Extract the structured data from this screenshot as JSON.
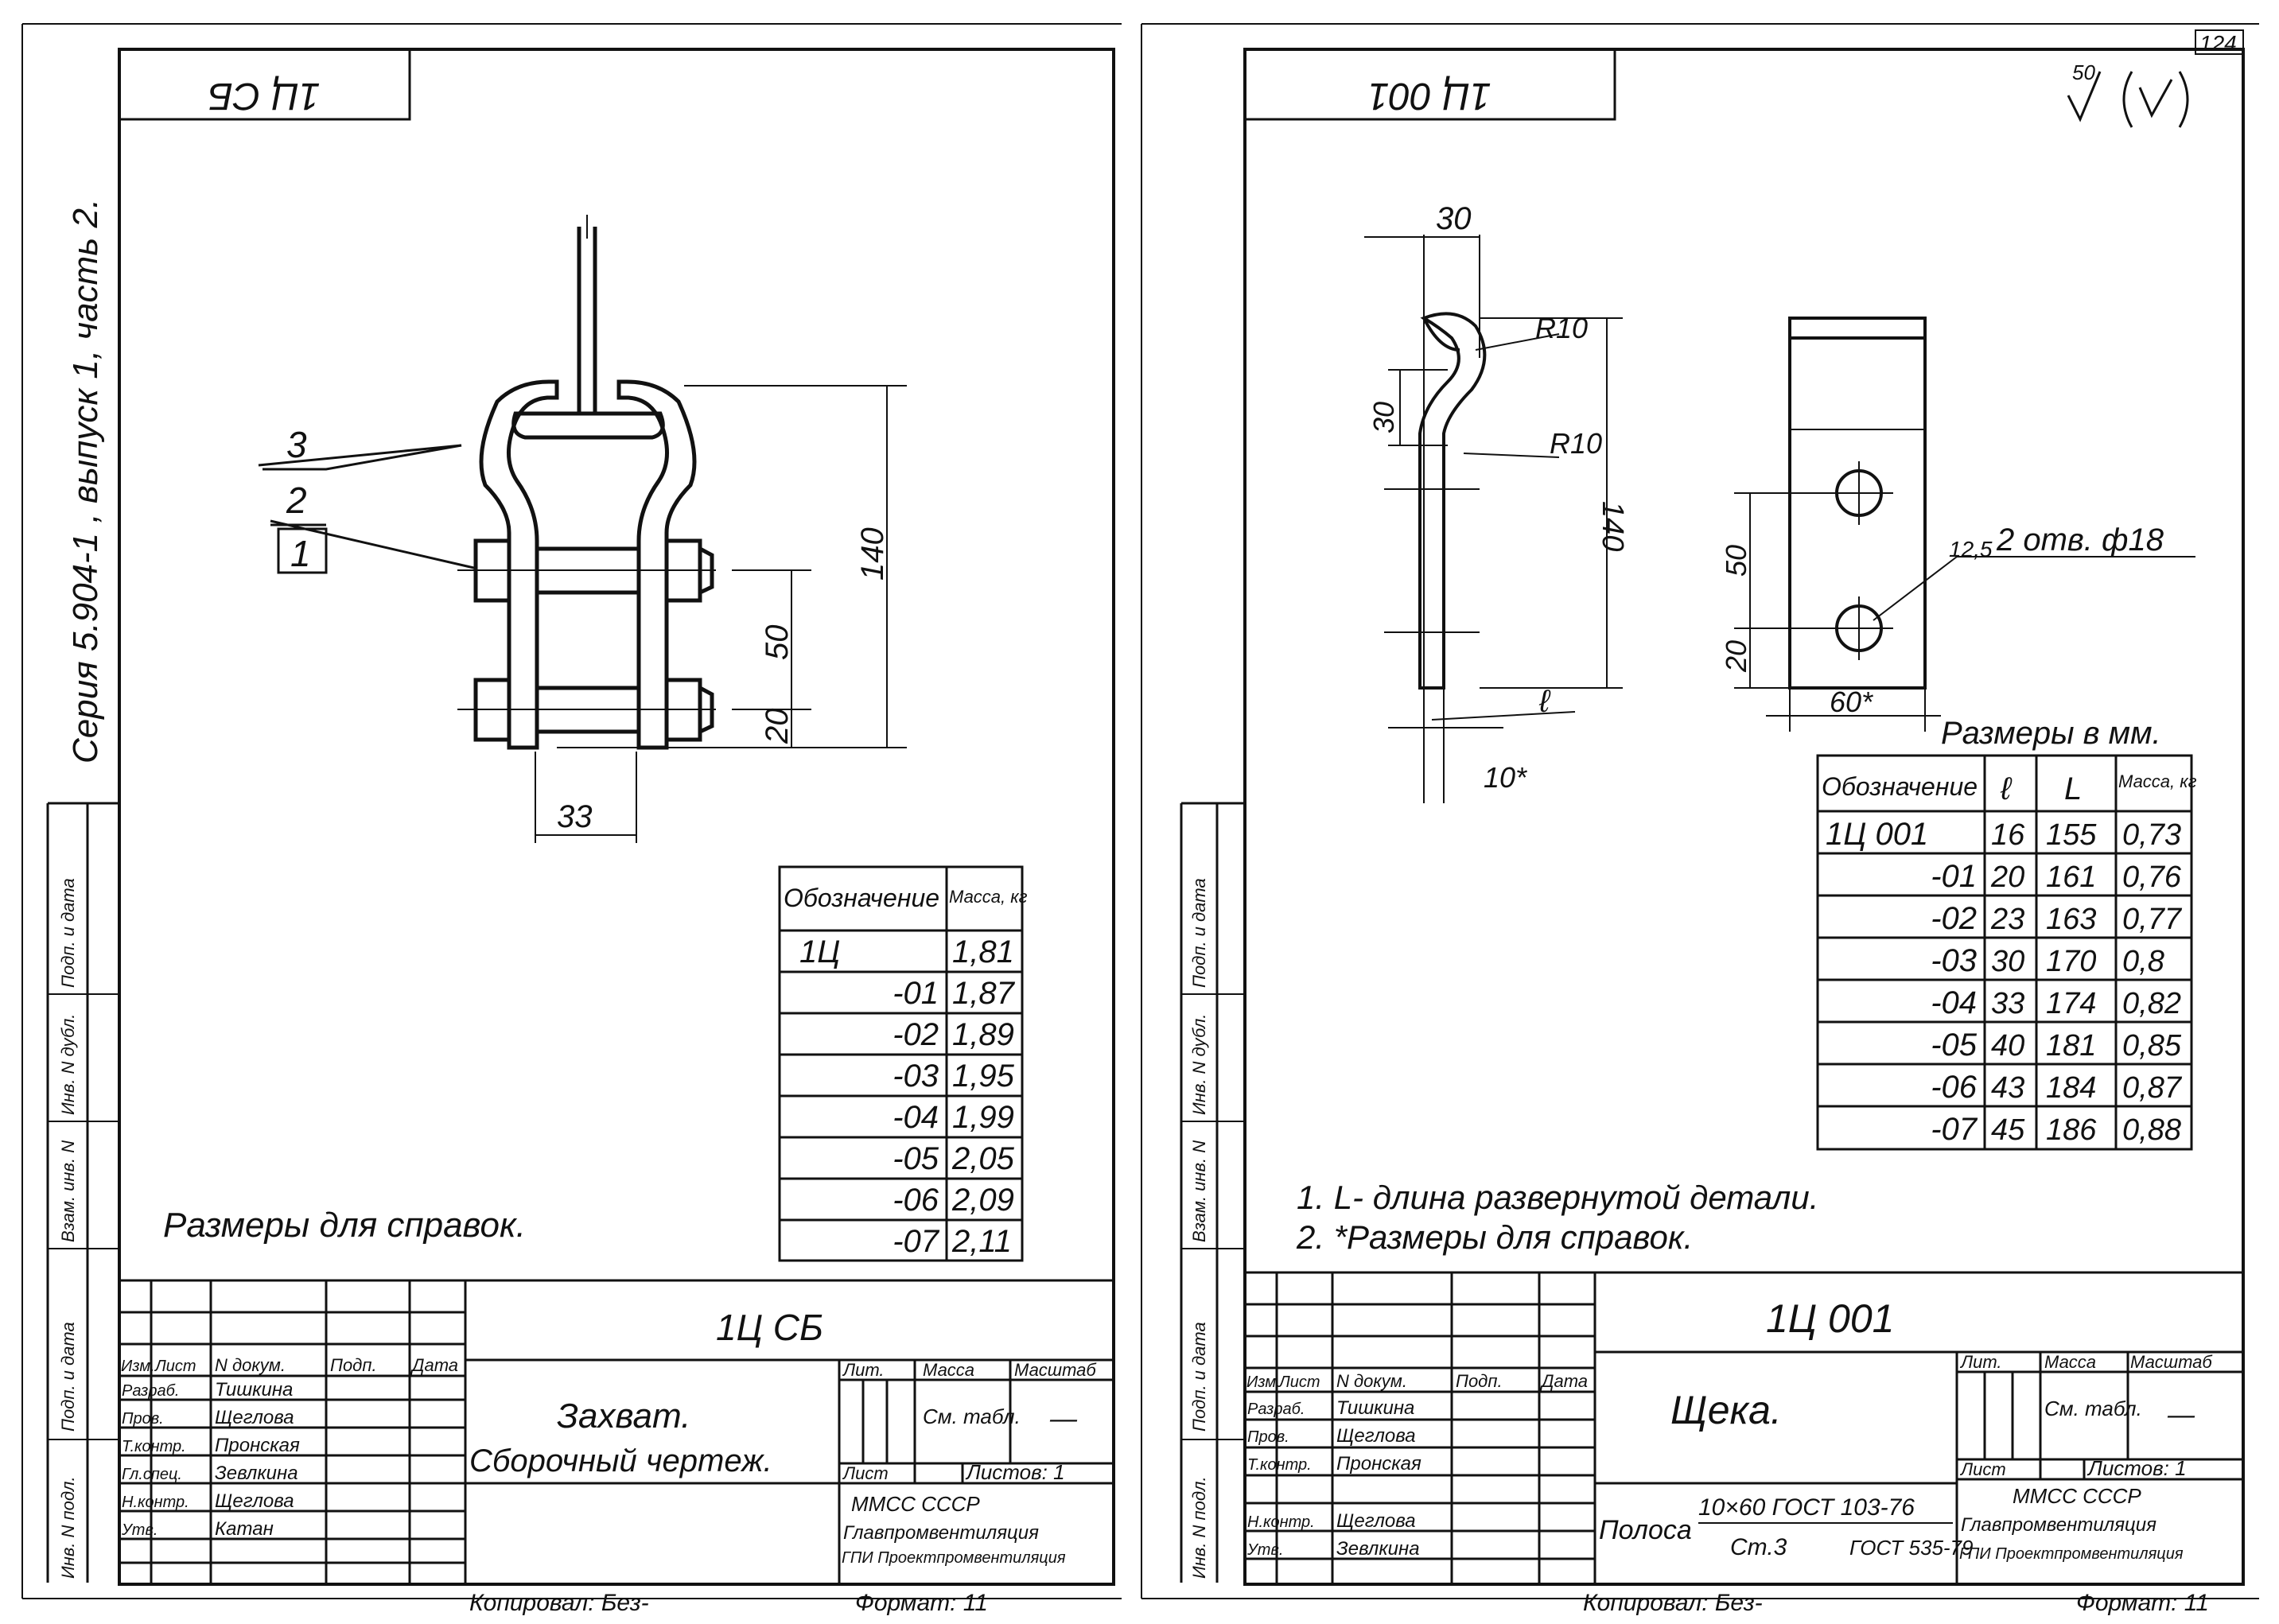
{
  "left_sheet": {
    "header_code": "1Ц СБ",
    "series_vertical": "Серия 5.904-1 , выпуск 1, часть 2.",
    "callouts": [
      "3",
      "2",
      "1"
    ],
    "dims": {
      "d140": "140",
      "d50": "50",
      "d20": "20",
      "d33": "33"
    },
    "mass_table": {
      "header_designation": "Обозначение",
      "header_mass": "Масса, кг",
      "rows": [
        {
          "designation": "1Ц",
          "mass": "1,81"
        },
        {
          "designation": "-01",
          "mass": "1,87"
        },
        {
          "designation": "-02",
          "mass": "1,89"
        },
        {
          "designation": "-03",
          "mass": "1,95"
        },
        {
          "designation": "-04",
          "mass": "1,99"
        },
        {
          "designation": "-05",
          "mass": "2,05"
        },
        {
          "designation": "-06",
          "mass": "2,09"
        },
        {
          "designation": "-07",
          "mass": "2,11"
        }
      ]
    },
    "note": "Размеры для справок.",
    "side_labels": [
      "Инв. N подл.",
      "Подп. и дата",
      "Взам. инв. N",
      "Инв. N дубл.",
      "Подп. и дата"
    ],
    "title_block": {
      "doc_code": "1Ц СБ",
      "name_line1": "Захват.",
      "name_line2": "Сборочный чертеж.",
      "col_headers": [
        "Изм.",
        "Лист",
        "N докум.",
        "Подп.",
        "Дата"
      ],
      "roles": [
        {
          "role": "Разраб.",
          "name": "Тишкина"
        },
        {
          "role": "Пров.",
          "name": "Щеглова"
        },
        {
          "role": "Т.контр.",
          "name": "Пронская"
        },
        {
          "role": "Гл.спец.",
          "name": "Зевлкина"
        },
        {
          "role": "Н.контр.",
          "name": "Щеглова"
        },
        {
          "role": "Утв.",
          "name": "Катан"
        }
      ],
      "lit_label": "Лит.",
      "mass_label": "Масса",
      "scale_label": "Масштаб",
      "mass_value": "См. табл.",
      "scale_value": "—",
      "sheet_label": "Лист",
      "sheets_label": "Листов: 1",
      "org_line1": "ММСС СССР",
      "org_line2": "Главпромвентиляция",
      "org_line3": "ГПИ Проектпромвентиляция"
    },
    "copied": "Копировал: Без-",
    "format": "Формат: 11"
  },
  "right_sheet": {
    "header_code": "1Ц 001",
    "page_number": "124",
    "roughness": "50",
    "dims": {
      "d30": "30",
      "r10a": "R10",
      "r10b": "R10",
      "d30v": "30",
      "d140": "140",
      "l": "ℓ",
      "d10": "10*",
      "d50": "50",
      "d20": "20",
      "d60": "60*",
      "d125": "12,5",
      "holes": "2 отв. ф18"
    },
    "dims_note": "Размеры в мм.",
    "table": {
      "h_designation": "Обозначение",
      "h_l": "ℓ",
      "h_L": "L",
      "h_mass": "Масса, кг",
      "rows": [
        {
          "d": "1Ц 001",
          "l": "16",
          "L": "155",
          "m": "0,73"
        },
        {
          "d": "-01",
          "l": "20",
          "L": "161",
          "m": "0,76"
        },
        {
          "d": "-02",
          "l": "23",
          "L": "163",
          "m": "0,77"
        },
        {
          "d": "-03",
          "l": "30",
          "L": "170",
          "m": "0,8"
        },
        {
          "d": "-04",
          "l": "33",
          "L": "174",
          "m": "0,82"
        },
        {
          "d": "-05",
          "l": "40",
          "L": "181",
          "m": "0,85"
        },
        {
          "d": "-06",
          "l": "43",
          "L": "184",
          "m": "0,87"
        },
        {
          "d": "-07",
          "l": "45",
          "L": "186",
          "m": "0,88"
        }
      ]
    },
    "notes": [
      "1. L- длина развернутой детали.",
      "2. *Размеры для справок."
    ],
    "side_labels": [
      "Инв. N подл.",
      "Подп. и дата",
      "Взам. инв. N",
      "Инв. N дубл.",
      "Подп. и дата"
    ],
    "title_block": {
      "doc_code": "1Ц 001",
      "name": "Щека.",
      "col_headers": [
        "Изм.",
        "Лист",
        "N докум.",
        "Подп.",
        "Дата"
      ],
      "roles": [
        {
          "role": "Разраб.",
          "name": "Тишкина"
        },
        {
          "role": "Пров.",
          "name": "Щеглова"
        },
        {
          "role": "Т.контр.",
          "name": "Пронская"
        },
        {
          "role": "Н.контр.",
          "name": "Щеглова"
        },
        {
          "role": "Утв.",
          "name": "Зевлкина"
        }
      ],
      "material_prefix": "Полоса",
      "material_top": "10×60 ГОСТ 103-76",
      "material_bottom_left": "Ст.3",
      "material_bottom_right": "ГОСТ 535-79",
      "lit_label": "Лит.",
      "mass_label": "Масса",
      "scale_label": "Масштаб",
      "mass_value": "См. табл.",
      "scale_value": "—",
      "sheet_label": "Лист",
      "sheets_label": "Листов: 1",
      "org_line1": "ММСС СССР",
      "org_line2": "Главпромвентиляция",
      "org_line3": "ГПИ Проектпромвентиляция"
    },
    "copied": "Копировал: Без-",
    "format": "Формат: 11"
  }
}
